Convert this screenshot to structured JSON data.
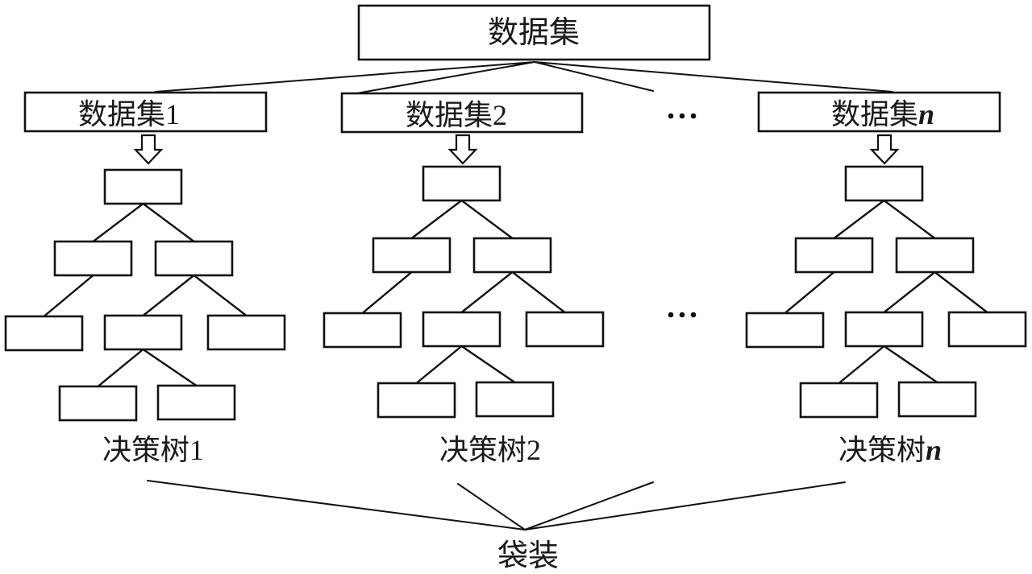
{
  "diagram": {
    "root": {
      "label": "数据集"
    },
    "datasets": [
      {
        "prefix": "数据集",
        "suffix": "1",
        "suffix_italic": false
      },
      {
        "prefix": "数据集",
        "suffix": "2",
        "suffix_italic": false
      },
      {
        "prefix": "数据集",
        "suffix": "n",
        "suffix_italic": true
      }
    ],
    "trees": [
      {
        "prefix": "决策树",
        "suffix": "1",
        "suffix_italic": false
      },
      {
        "prefix": "决策树",
        "suffix": "2",
        "suffix_italic": false
      },
      {
        "prefix": "决策树",
        "suffix": "n",
        "suffix_italic": true
      }
    ],
    "ellipsis": "…",
    "aggregate": {
      "label": "袋装"
    }
  }
}
